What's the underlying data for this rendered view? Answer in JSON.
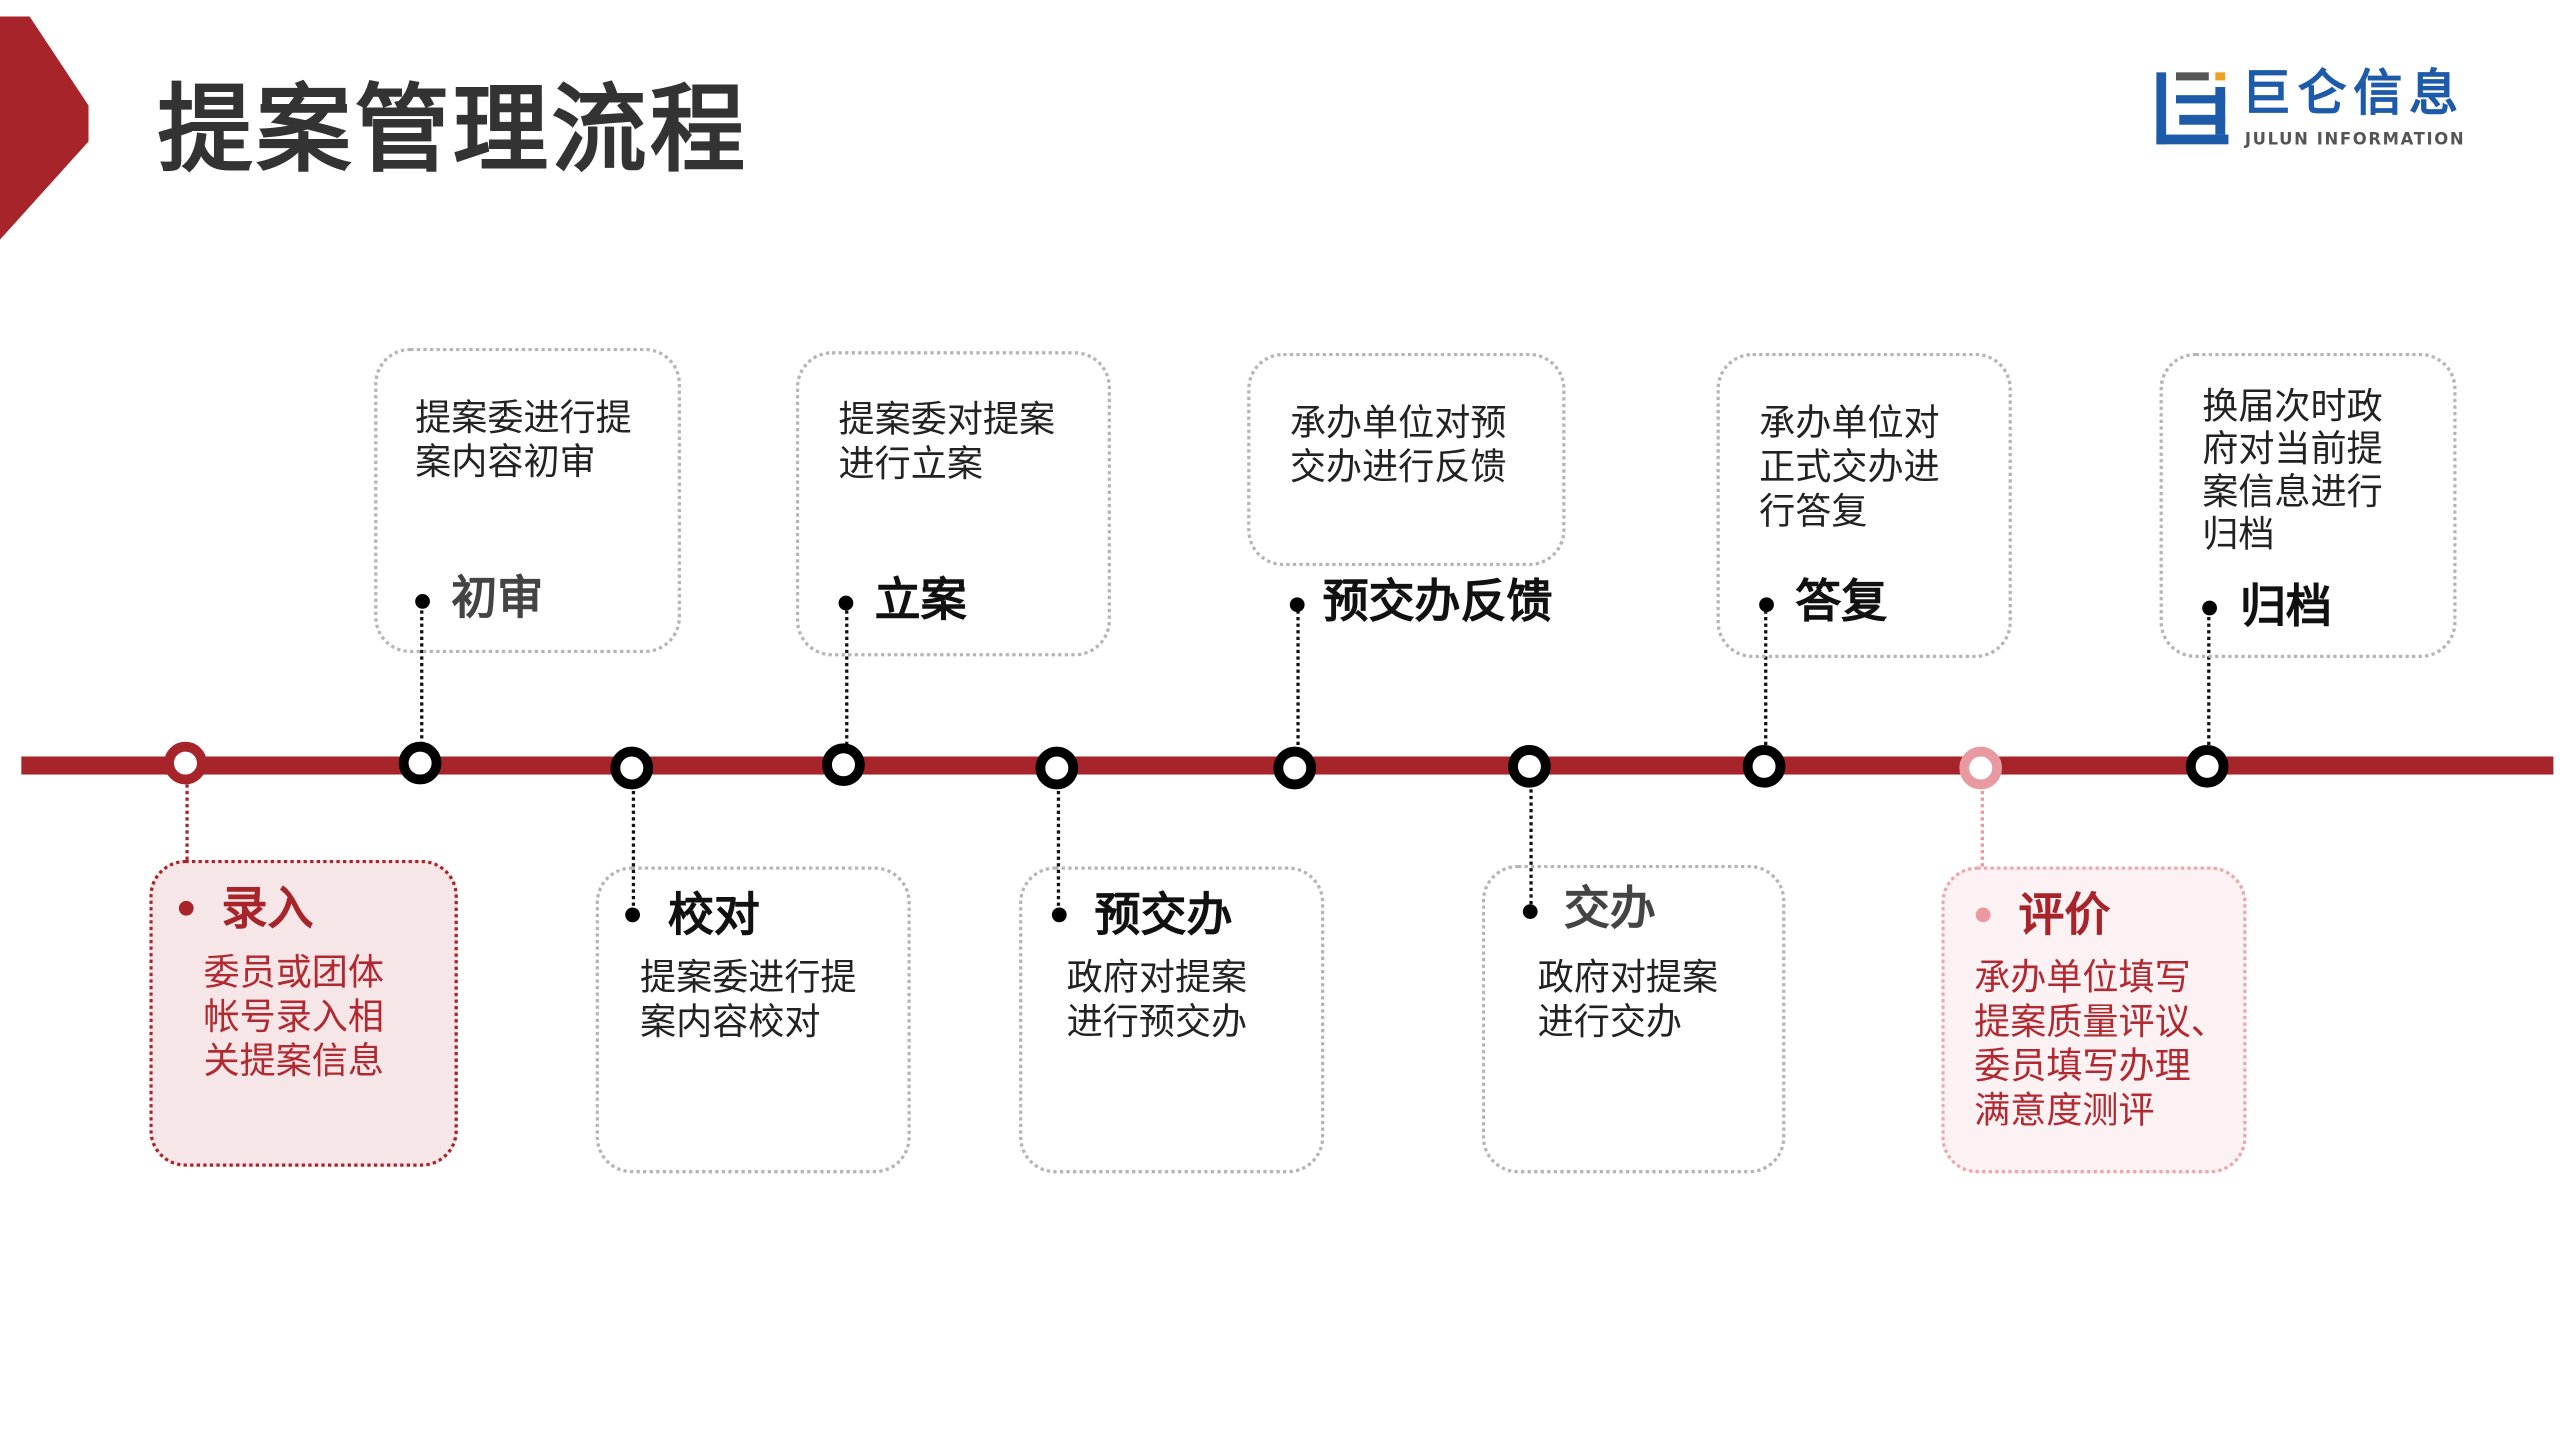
{
  "title": "提案管理流程",
  "logo": {
    "cn": "巨仑信息",
    "en": "JULUN INFORMATION"
  },
  "colors": {
    "accent": "#a8242b",
    "logo_blue": "#1e5aaa",
    "logo_orange": "#f0a020"
  },
  "steps": [
    {
      "label": "录入",
      "desc": "委员或团体\n帐号录入相\n关提案信息"
    },
    {
      "label": "初审",
      "desc": "提案委进行提\n案内容初审"
    },
    {
      "label": "校对",
      "desc": "提案委进行提\n案内容校对"
    },
    {
      "label": "立案",
      "desc": "提案委对提案\n进行立案"
    },
    {
      "label": "预交办",
      "desc": "政府对提案\n进行预交办"
    },
    {
      "label": "预交办反馈",
      "desc": "承办单位对预\n交办进行反馈"
    },
    {
      "label": "交办",
      "desc": "政府对提案\n进行交办"
    },
    {
      "label": "答复",
      "desc": "承办单位对\n正式交办进\n行答复"
    },
    {
      "label": "评价",
      "desc": "承办单位填写\n提案质量评议、\n委员填写办理\n满意度测评"
    },
    {
      "label": "归档",
      "desc": "换届次时政\n府对当前提\n案信息进行\n归档"
    }
  ]
}
